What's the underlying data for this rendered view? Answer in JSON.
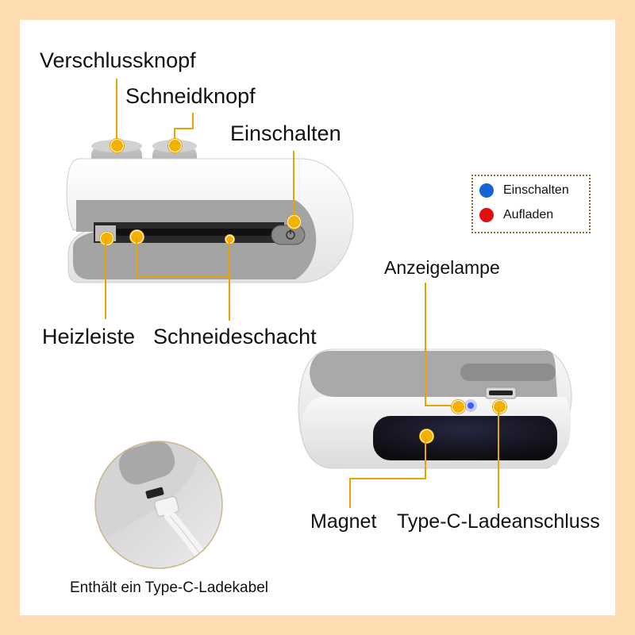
{
  "labels": {
    "closing_button": "Verschlussknopf",
    "cutting_button": "Schneidknopf",
    "power_on": "Einschalten",
    "heating_bar": "Heizleiste",
    "cutting_slot": "Schneideschacht",
    "indicator_lamp": "Anzeigelampe",
    "magnet": "Magnet",
    "charging_port": "Type-C-Ladeanschluss",
    "cable_caption": "Enthält ein Type-C-Ladekabel"
  },
  "legend": {
    "items": [
      {
        "label": "Einschalten",
        "color": "#1565d8"
      },
      {
        "label": "Aufladen",
        "color": "#e01010"
      }
    ]
  },
  "colors": {
    "border": "#fcdcb0",
    "callout": "#e8a400",
    "device_white": "#f2f2f2",
    "device_grey": "#a8a8a8",
    "magnet_black": "#141418",
    "led_blue": "#3a5cff"
  }
}
